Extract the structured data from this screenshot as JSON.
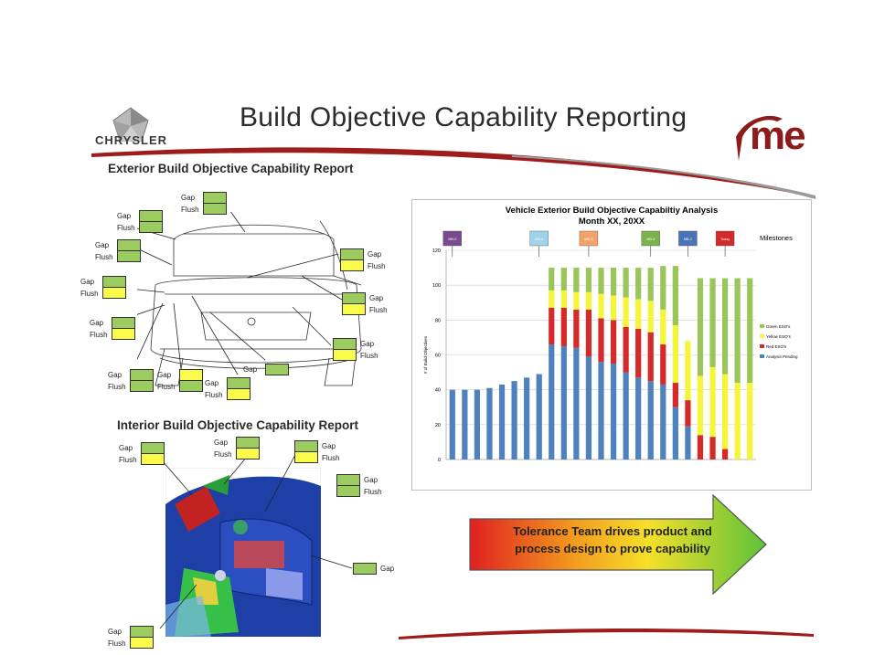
{
  "slide": {
    "title": "Build Objective Capability Reporting",
    "brand": "CHRYSLER",
    "logo_text": "me"
  },
  "exterior": {
    "heading": "Exterior Build Objective Capability Report",
    "callouts": [
      {
        "labels": [
          "Gap",
          "Flush"
        ],
        "boxes": [
          "g",
          "g"
        ]
      },
      {
        "labels": [
          "Gap",
          "Flush"
        ],
        "boxes": [
          "g",
          "g"
        ]
      },
      {
        "labels": [
          "Gap",
          "Flush"
        ],
        "boxes": [
          "g",
          "g"
        ]
      },
      {
        "labels": [
          "Gap",
          "Flush"
        ],
        "boxes": [
          "g",
          "y"
        ]
      },
      {
        "labels": [
          "Gap",
          "Flush"
        ],
        "boxes": [
          "g",
          "y"
        ]
      },
      {
        "labels": [
          "Gap",
          "Flush"
        ],
        "boxes": [
          "g",
          "y"
        ]
      },
      {
        "labels": [
          "Gap",
          "Flush"
        ],
        "boxes": [
          "g",
          "y"
        ]
      },
      {
        "labels": [
          "Gap",
          "Flush"
        ],
        "boxes": [
          "g",
          "y"
        ]
      },
      {
        "labels": [
          "Gap",
          "Flush"
        ],
        "boxes": [
          "g",
          "g"
        ]
      },
      {
        "labels": [
          "Gap",
          "Flush"
        ],
        "boxes": [
          "y",
          "g"
        ]
      },
      {
        "labels": [
          "Gap",
          "Flush"
        ],
        "boxes": [
          "g",
          "y"
        ]
      },
      {
        "labels": [
          "Gap"
        ],
        "boxes": [
          "g"
        ]
      }
    ]
  },
  "interior": {
    "heading": "Interior Build Objective Capability Report",
    "callouts": [
      {
        "labels": [
          "Gap",
          "Flush"
        ],
        "boxes": [
          "g",
          "y"
        ]
      },
      {
        "labels": [
          "Gap",
          "Flush"
        ],
        "boxes": [
          "g",
          "y"
        ]
      },
      {
        "labels": [
          "Gap",
          "Flush"
        ],
        "boxes": [
          "g",
          "y"
        ]
      },
      {
        "labels": [
          "Gap",
          "Flush"
        ],
        "boxes": [
          "g",
          "g"
        ]
      },
      {
        "labels": [
          "Gap"
        ],
        "boxes": [
          "g"
        ]
      },
      {
        "labels": [
          "Gap",
          "Flush"
        ],
        "boxes": [
          "g",
          "y"
        ]
      }
    ]
  },
  "arrow": {
    "line1": "Tolerance Team drives product and",
    "line2": "process design to prove capability"
  },
  "colors": {
    "green": "#9ccc5f",
    "yellow": "#fafa4a",
    "red": "#d42a2a",
    "blue": "#4f81bd",
    "swoosh": "#9e1c1c"
  },
  "chart_data": {
    "type": "bar",
    "title": "Vehicle Exterior Build Objective Capabiltiy Analysis",
    "subtitle": "Month XX, 20XX",
    "ylim": [
      0,
      120
    ],
    "yticks": [
      0,
      20,
      40,
      60,
      80,
      100,
      120
    ],
    "ylabel": "# of Build Objectives",
    "milestones_label": "Milestones",
    "series": [
      {
        "name": "Analysis Pending",
        "color": "#4f81bd",
        "values": [
          40,
          40,
          40,
          41,
          43,
          45,
          47,
          49,
          66,
          65,
          64,
          59,
          56,
          55,
          50,
          47,
          45,
          43,
          30,
          19,
          0,
          0,
          0,
          0,
          0
        ]
      },
      {
        "name": "Red ESO's",
        "color": "#d42a2a",
        "values": [
          0,
          0,
          0,
          0,
          0,
          0,
          0,
          0,
          21,
          22,
          22,
          27,
          25,
          25,
          26,
          28,
          28,
          23,
          14,
          15,
          14,
          13,
          6,
          0,
          0
        ]
      },
      {
        "name": "Yellow ESO's",
        "color": "#f5f53c",
        "values": [
          0,
          0,
          0,
          0,
          0,
          0,
          0,
          0,
          10,
          10,
          10,
          10,
          14,
          14,
          17,
          17,
          18,
          20,
          33,
          34,
          34,
          40,
          43,
          44,
          44
        ]
      },
      {
        "name": "Green ESO's",
        "color": "#9bc55a",
        "values": [
          0,
          0,
          0,
          0,
          0,
          0,
          0,
          0,
          13,
          13,
          14,
          14,
          15,
          16,
          17,
          18,
          19,
          25,
          34,
          0,
          56,
          51,
          55,
          60,
          60
        ]
      }
    ],
    "legend": [
      "Green ESO's",
      "Yellow ESO's",
      "Red ESO's",
      "Analysis Pending"
    ],
    "milestones": [
      {
        "label": "MB-0",
        "color": "#7a4a8f",
        "at": 0
      },
      {
        "label": "MB-2",
        "color": "#9fd3ea",
        "at": 7
      },
      {
        "label": "MB-3",
        "color": "#f3a36a",
        "at": 11
      },
      {
        "label": "MB-4",
        "color": "#7bb24a",
        "at": 16
      },
      {
        "label": "MB-1",
        "color": "#4a73b8",
        "at": 19
      },
      {
        "label": "Today",
        "color": "#d42a2a",
        "at": 22
      }
    ]
  }
}
